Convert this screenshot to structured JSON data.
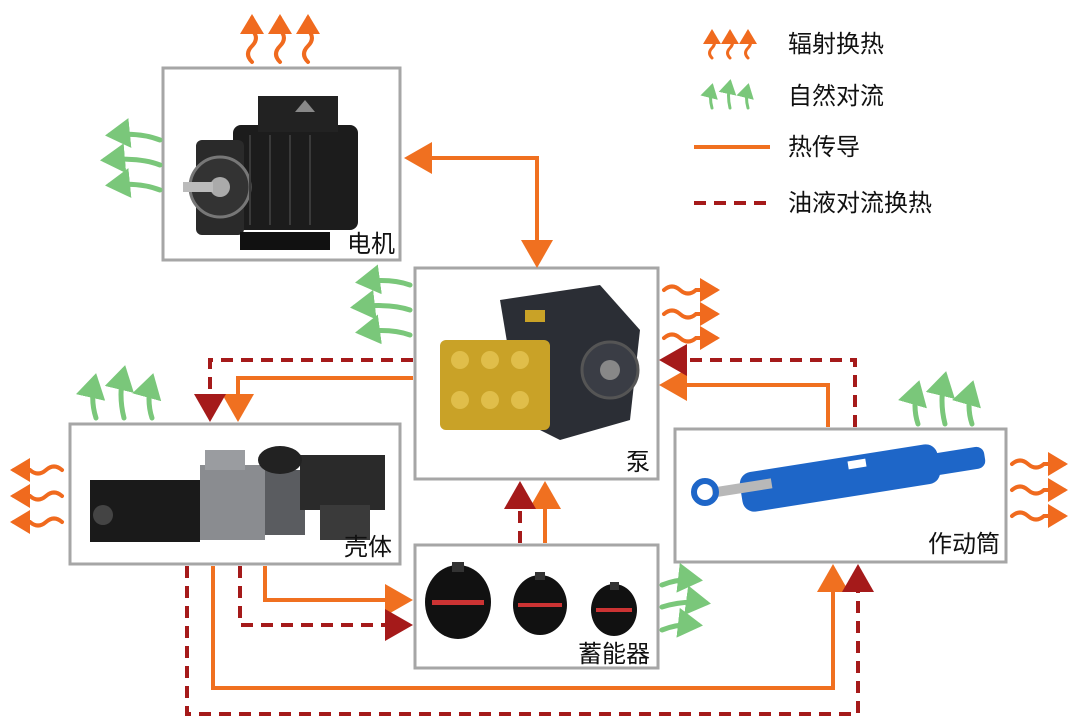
{
  "components": {
    "motor": "电机",
    "pump": "泵",
    "housing": "壳体",
    "accumulator": "蓄能器",
    "actuator": "作动筒"
  },
  "legend": {
    "radiation": "辐射换热",
    "natural_convection": "自然对流",
    "heat_conduction": "热传导",
    "oil_convection": "油液对流换热"
  },
  "colors": {
    "heat_conduction": "#F07020",
    "oil_convection": "#A51A1A",
    "radiation": "#F06A1E",
    "natural_convection": "#7AC77A",
    "box_border": "#A6A6A6"
  }
}
